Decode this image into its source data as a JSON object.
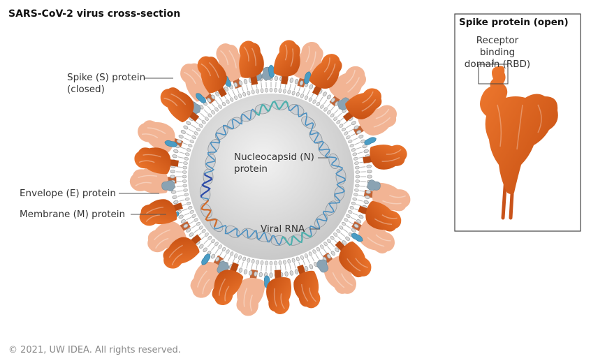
{
  "title": "SARS-CoV-2 virus cross-section",
  "labels": {
    "spike_closed_line1": "Spike (S) protein",
    "spike_closed_line2": "(closed)",
    "envelope": "Envelope (E) protein",
    "membrane": "Membrane (M) protein",
    "nucleocapsid_line1": "Nucleocapsid (N)",
    "nucleocapsid_line2": "protein",
    "viral_rna": "Viral RNA"
  },
  "inset": {
    "title": "Spike protein (open)",
    "rbd_line1": "Receptor binding",
    "rbd_line2": "domain (RBD)"
  },
  "copyright": "© 2021, UW IDEA. All rights reserved.",
  "colors": {
    "spike": "#e0601c",
    "spike_faded": "#f0a882",
    "membrane": "#9a9a9a",
    "envelope": "#8aa3b3",
    "membrane_protein": "#4a9cc4",
    "interior": "#dcdcdc",
    "rna_blue": "#4a8fc0",
    "rna_teal": "#4fb0ad",
    "rna_orange": "#d06a2a",
    "rna_darkblue": "#2b4aa8"
  }
}
